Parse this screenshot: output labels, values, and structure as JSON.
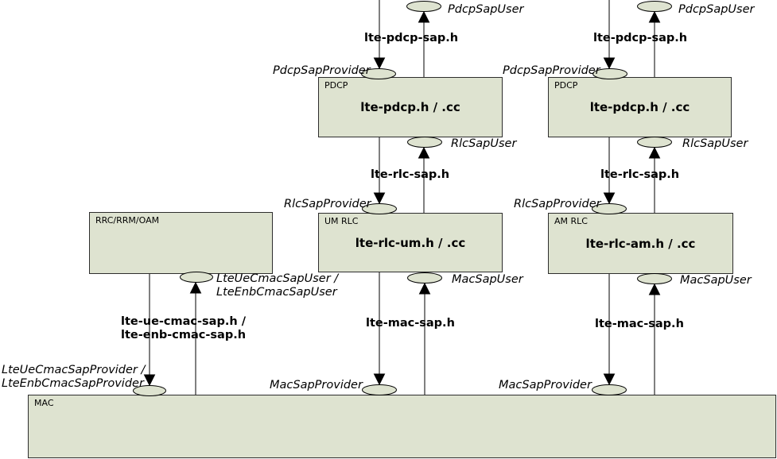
{
  "colors": {
    "background": "#ffffff",
    "box_fill": "#dee3d0",
    "box_border": "#2d2d2d",
    "line": "#000000",
    "text": "#000000"
  },
  "stacks": [
    {
      "pdcp_sap_user_label": "PdcpSapUser",
      "pdcp_sap_header_file": "lte-pdcp-sap.h",
      "pdcp_sap_provider_label": "PdcpSapProvider",
      "pdcp_box_tag": "PDCP",
      "pdcp_box_title": "lte-pdcp.h / .cc",
      "rlc_sap_user_label": "RlcSapUser",
      "rlc_sap_header_file": "lte-rlc-sap.h",
      "rlc_sap_provider_label": "RlcSapProvider",
      "rlc_box_tag": "UM RLC",
      "rlc_box_title": "lte-rlc-um.h / .cc",
      "mac_sap_user_label": "MacSapUser",
      "mac_sap_header_file": "lte-mac-sap.h",
      "mac_sap_provider_label": "MacSapProvider"
    },
    {
      "pdcp_sap_user_label": "PdcpSapUser",
      "pdcp_sap_header_file": "lte-pdcp-sap.h",
      "pdcp_sap_provider_label": "PdcpSapProvider",
      "pdcp_box_tag": "PDCP",
      "pdcp_box_title": "lte-pdcp.h / .cc",
      "rlc_sap_user_label": "RlcSapUser",
      "rlc_sap_header_file": "lte-rlc-sap.h",
      "rlc_sap_provider_label": "RlcSapProvider",
      "rlc_box_tag": "AM RLC",
      "rlc_box_title": "lte-rlc-am.h / .cc",
      "mac_sap_user_label": "MacSapUser",
      "mac_sap_header_file": "lte-mac-sap.h",
      "mac_sap_provider_label": "MacSapProvider"
    }
  ],
  "control_plane": {
    "rrc_box_tag": "RRC/RRM/OAM",
    "cmac_sap_user_label_line1": "LteUeCmacSapUser /",
    "cmac_sap_user_label_line2": "LteEnbCmacSapUser",
    "cmac_sap_header_file_line1": "lte-ue-cmac-sap.h /",
    "cmac_sap_header_file_line2": "lte-enb-cmac-sap.h",
    "cmac_sap_provider_label_line1": "LteUeCmacSapProvider /",
    "cmac_sap_provider_label_line2": "LteEnbCmacSapProvider"
  },
  "mac_box_tag": "MAC"
}
